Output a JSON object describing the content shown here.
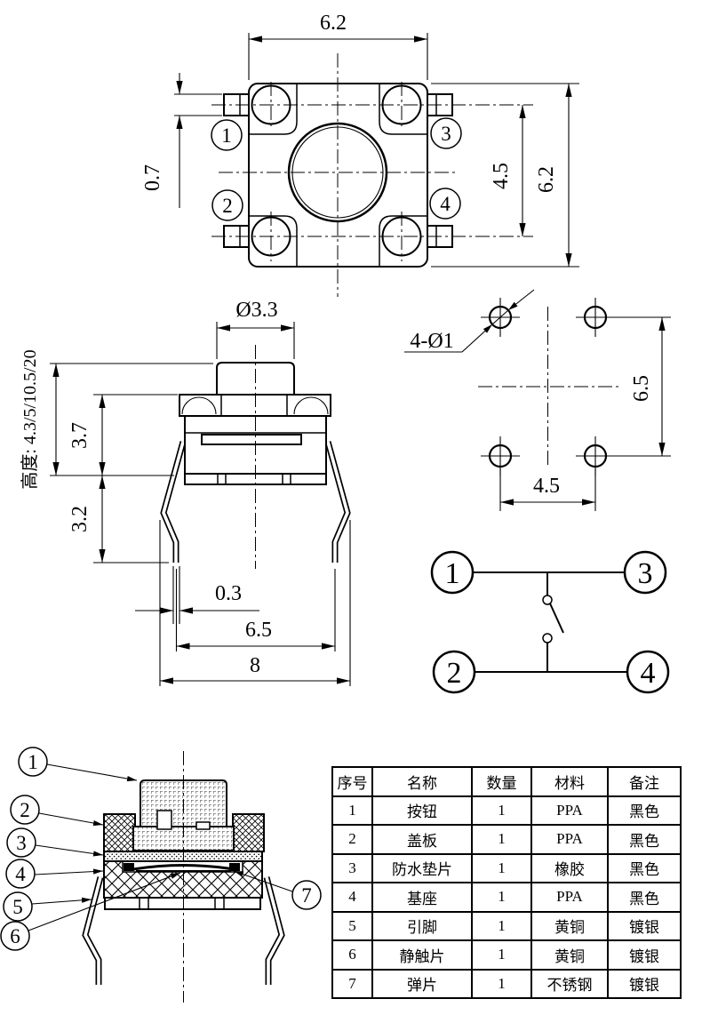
{
  "top_view": {
    "dim_width": "6.2",
    "dim_height": "6.2",
    "dim_pin_pitch": "4.5",
    "dim_pin_height": "0.7",
    "pin1": "1",
    "pin2": "2",
    "pin3": "3",
    "pin4": "4"
  },
  "side_view": {
    "dim_stem_diameter": "Ø3.3",
    "height_note": "高度: 4.3/5/10.5/20",
    "dim_body_height": "3.7",
    "dim_leg_height": "3.2",
    "dim_leg_tip": "0.3",
    "dim_leg_span": "6.5",
    "dim_overall_width": "8"
  },
  "pcb_layout": {
    "hole_callout": "4-Ø1",
    "dim_vertical": "6.5",
    "dim_horizontal": "4.5"
  },
  "schematic": {
    "terminal1": "1",
    "terminal2": "2",
    "terminal3": "3",
    "terminal4": "4"
  },
  "cross_section": {
    "balloon1": "1",
    "balloon2": "2",
    "balloon3": "3",
    "balloon4": "4",
    "balloon5": "5",
    "balloon6": "6",
    "balloon7": "7"
  },
  "bom_table": {
    "headers": [
      "序号",
      "名称",
      "数量",
      "材料",
      "备注"
    ],
    "rows": [
      [
        "1",
        "按钮",
        "1",
        "PPA",
        "黑色"
      ],
      [
        "2",
        "盖板",
        "1",
        "PPA",
        "黑色"
      ],
      [
        "3",
        "防水垫片",
        "1",
        "橡胶",
        "黑色"
      ],
      [
        "4",
        "基座",
        "1",
        "PPA",
        "黑色"
      ],
      [
        "5",
        "引脚",
        "1",
        "黄铜",
        "镀银"
      ],
      [
        "6",
        "静触片",
        "1",
        "黄铜",
        "镀银"
      ],
      [
        "7",
        "弹片",
        "1",
        "不锈钢",
        "镀银"
      ]
    ]
  }
}
